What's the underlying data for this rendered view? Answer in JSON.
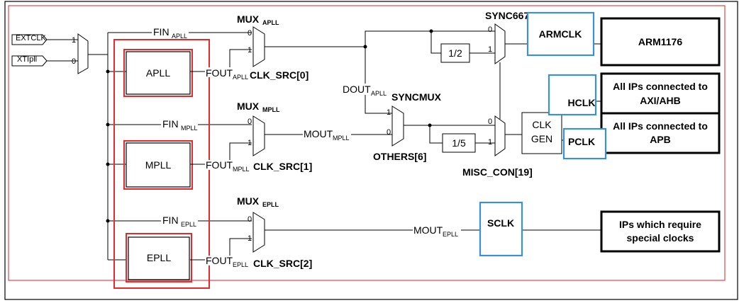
{
  "inputs": {
    "extclk": "EXTCLK",
    "xtipll": "XTIpll"
  },
  "input_mux": {
    "in1": "1",
    "in0": "0"
  },
  "plls": {
    "apll": {
      "label": "APLL",
      "fin": "FIN",
      "fin_sub": "APLL",
      "fout": "FOUT",
      "fout_sub": "APLL"
    },
    "mpll": {
      "label": "MPLL",
      "fin": "FIN",
      "fin_sub": "MPLL",
      "fout": "FOUT",
      "fout_sub": "MPLL"
    },
    "epll": {
      "label": "EPLL",
      "fin": "FIN",
      "fin_sub": "EPLL",
      "fout": "FOUT",
      "fout_sub": "EPLL"
    }
  },
  "muxes": {
    "apll": {
      "name": "MUX",
      "sub": "APLL",
      "ctrl": "CLK_SRC[0]",
      "in0": "0",
      "in1": "1"
    },
    "mpll": {
      "name": "MUX",
      "sub": "MPLL",
      "ctrl": "CLK_SRC[1]",
      "in0": "0",
      "in1": "1"
    },
    "epll": {
      "name": "MUX",
      "sub": "EPLL",
      "ctrl": "CLK_SRC[2]",
      "in0": "0",
      "in1": "1"
    }
  },
  "signals": {
    "dout": "DOUT",
    "dout_sub": "APLL",
    "mout_mpll": "MOUT",
    "mout_mpll_sub": "MPLL",
    "mout_epll": "MOUT",
    "mout_epll_sub": "EPLL"
  },
  "syncmux": {
    "name": "SYNCMUX",
    "ctrl": "OTHERS[6]",
    "in0": "0",
    "in1": "1"
  },
  "sync667": {
    "name": "SYNC667",
    "in0": "0",
    "in1": "1"
  },
  "misc_mux": {
    "ctrl": "MISC_CON[19]",
    "in0": "0",
    "in1": "1"
  },
  "dividers": {
    "half": "1/2",
    "fifth": "1/5"
  },
  "clkgen": {
    "line1": "CLK",
    "line2": "GEN"
  },
  "clocks": {
    "armclk": "ARMCLK",
    "hclk": "HCLK",
    "pclk": "PCLK",
    "sclk": "SCLK"
  },
  "destinations": {
    "arm": "ARM1176",
    "axi_line1": "All IPs connected to",
    "axi_line2": "AXI/AHB",
    "apb_line1": "All IPs connected to",
    "apb_line2": "APB",
    "special_line1": "IPs which require",
    "special_line2": "special clocks"
  },
  "colors": {
    "highlight_red": "#e8282b",
    "highlight_blue": "#3a8fd6",
    "frame_red": "#d92020",
    "line": "#000000"
  }
}
